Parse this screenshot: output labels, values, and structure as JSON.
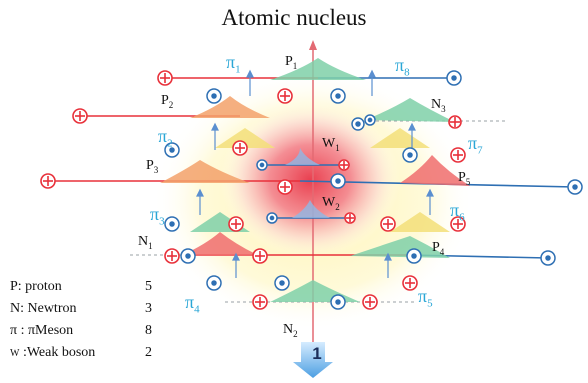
{
  "title": "Atomic nucleus",
  "particles": {
    "P1": {
      "letter": "P",
      "index": "1"
    },
    "P2": {
      "letter": "P",
      "index": "2"
    },
    "P3": {
      "letter": "P",
      "index": "3"
    },
    "P4": {
      "letter": "P",
      "index": "4"
    },
    "P5": {
      "letter": "P",
      "index": "5"
    },
    "N1": {
      "letter": "N",
      "index": "1"
    },
    "N2": {
      "letter": "N",
      "index": "2"
    },
    "N3": {
      "letter": "N",
      "index": "3"
    },
    "W1": {
      "letter": "W",
      "index": "1"
    },
    "W2": {
      "letter": "W",
      "index": "2"
    },
    "pi1": {
      "letter": "π",
      "index": "1"
    },
    "pi2": {
      "letter": "π",
      "index": "2"
    },
    "pi3": {
      "letter": "π",
      "index": "3"
    },
    "pi4": {
      "letter": "π",
      "index": "4"
    },
    "pi5": {
      "letter": "π",
      "index": "5"
    },
    "pi6": {
      "letter": "π",
      "index": "6"
    },
    "pi7": {
      "letter": "π",
      "index": "7"
    },
    "pi8": {
      "letter": "π",
      "index": "8"
    }
  },
  "legend": [
    {
      "key": "P: proton",
      "count": "5"
    },
    {
      "key": "N: Newtron",
      "count": "3"
    },
    {
      "key": "π : πMeson",
      "count": "8"
    },
    {
      "key_prefix": "W",
      "key_rest": " :Weak boson",
      "count": "2"
    }
  ],
  "arrow_number": "1",
  "colors": {
    "proton": "#e8303a",
    "electron": "#2e6fb3",
    "pion_text": "#2aa6d6",
    "nucleus_core": "#e8404f",
    "halo": "#fff6c0",
    "arrow": "#5aa8e6"
  }
}
